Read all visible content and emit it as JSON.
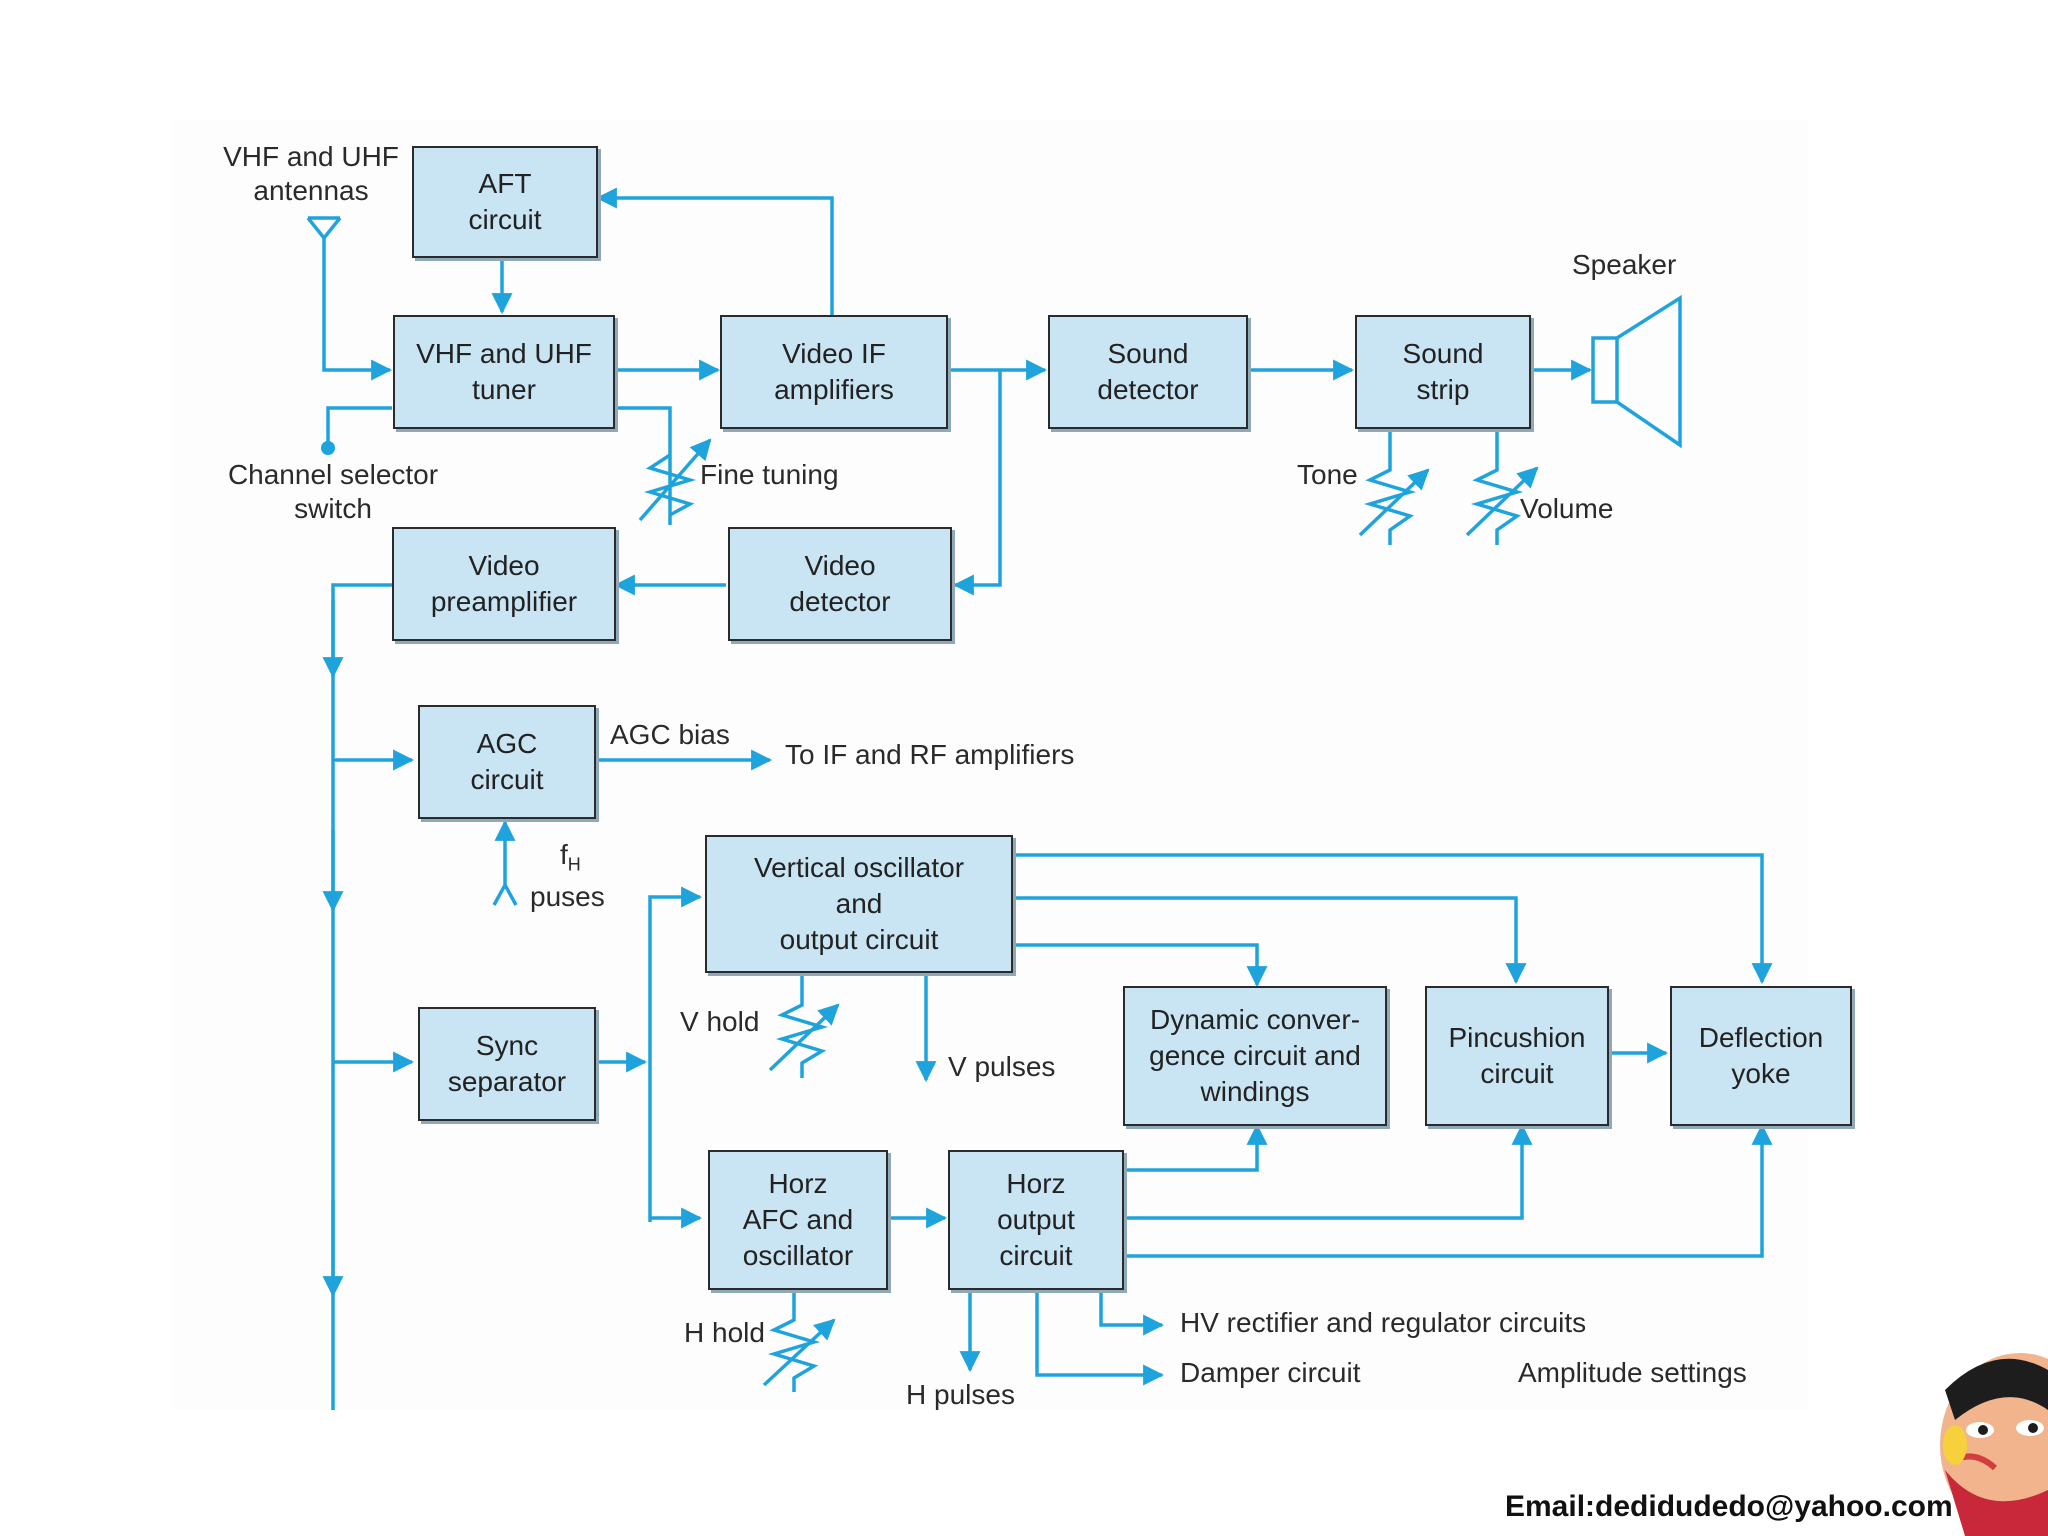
{
  "colors": {
    "line": "#1ea3dd",
    "box_fill": "#c9e4f3",
    "box_border": "#2b2b2b"
  },
  "blocks": {
    "aft": "AFT\ncircuit",
    "tuner": "VHF and UHF\ntuner",
    "video_if": "Video IF\namplifiers",
    "sound_detector": "Sound\ndetector",
    "sound_strip": "Sound\nstrip",
    "video_preamp": "Video\npreamplifier",
    "video_detector": "Video\ndetector",
    "agc": "AGC\ncircuit",
    "vert_osc": "Vertical oscillator\nand\noutput circuit",
    "sync_sep": "Sync\nseparator",
    "dyn_conv": "Dynamic conver-\ngence circuit and\nwindings",
    "pincushion": "Pincushion\ncircuit",
    "deflection": "Deflection\nyoke",
    "horz_afc": "Horz\nAFC and\noscillator",
    "horz_out": "Horz\noutput\ncircuit"
  },
  "labels": {
    "antennas": "VHF and UHF\nantennas",
    "speaker": "Speaker",
    "channel_selector": "Channel selector\nswitch",
    "fine_tuning": "Fine tuning",
    "tone": "Tone",
    "volume": "Volume",
    "agc_bias": "AGC bias",
    "to_if_rf": "To IF and RF amplifiers",
    "fh": "f",
    "fh_sub": "H",
    "pulses": "puses",
    "v_hold": "V hold",
    "v_pulses": "V pulses",
    "h_hold": "H hold",
    "h_pulses": "H pulses",
    "hv_rect": "HV rectifier and regulator circuits",
    "damper": "Damper circuit",
    "amplitude": "Amplitude settings"
  },
  "footer": {
    "email": "Email:dedidudedo@yahoo.com"
  }
}
